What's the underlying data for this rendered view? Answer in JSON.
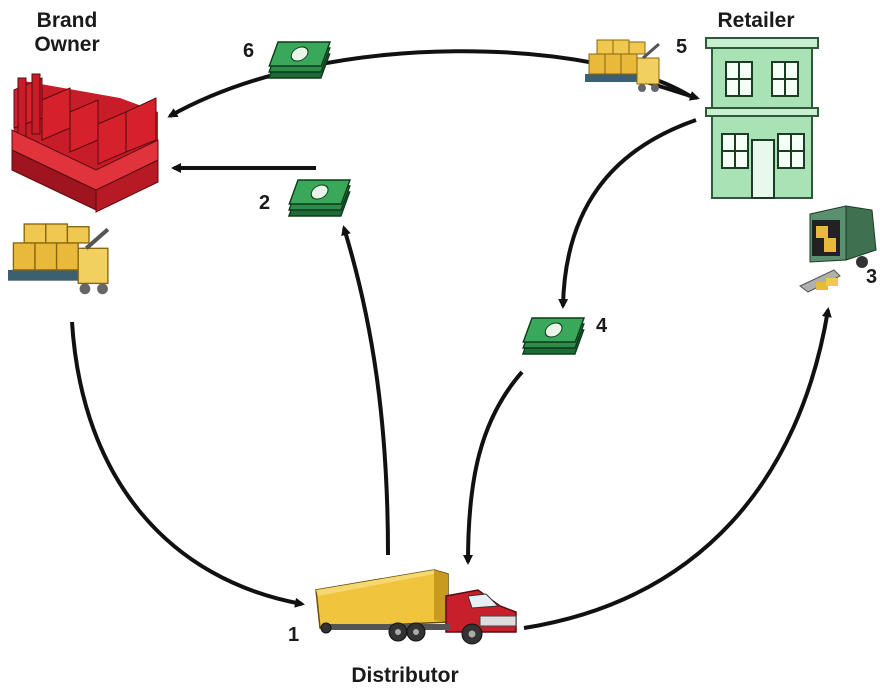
{
  "nodes": {
    "brand_owner": {
      "line1": "Brand",
      "line2": "Owner"
    },
    "retailer": {
      "label": "Retailer"
    },
    "distributor": {
      "label": "Distributor"
    }
  },
  "steps": {
    "s1": "1",
    "s2": "2",
    "s3": "3",
    "s4": "4",
    "s5": "5",
    "s6": "6"
  },
  "colors": {
    "factory": "#d6202c",
    "retailer_building": "#a8e2b5",
    "money": "#2e8b4a",
    "boxes": "#e8b93a",
    "truck_trailer": "#f0c43c",
    "truck_cab": "#c8202a",
    "arrow": "#111111"
  },
  "icons": {
    "factory": "factory-icon",
    "retailer": "store-building-icon",
    "money": "money-stack-icon",
    "pallet": "pallet-jack-boxes-icon",
    "truck": "delivery-truck-icon",
    "van": "delivery-van-icon"
  }
}
